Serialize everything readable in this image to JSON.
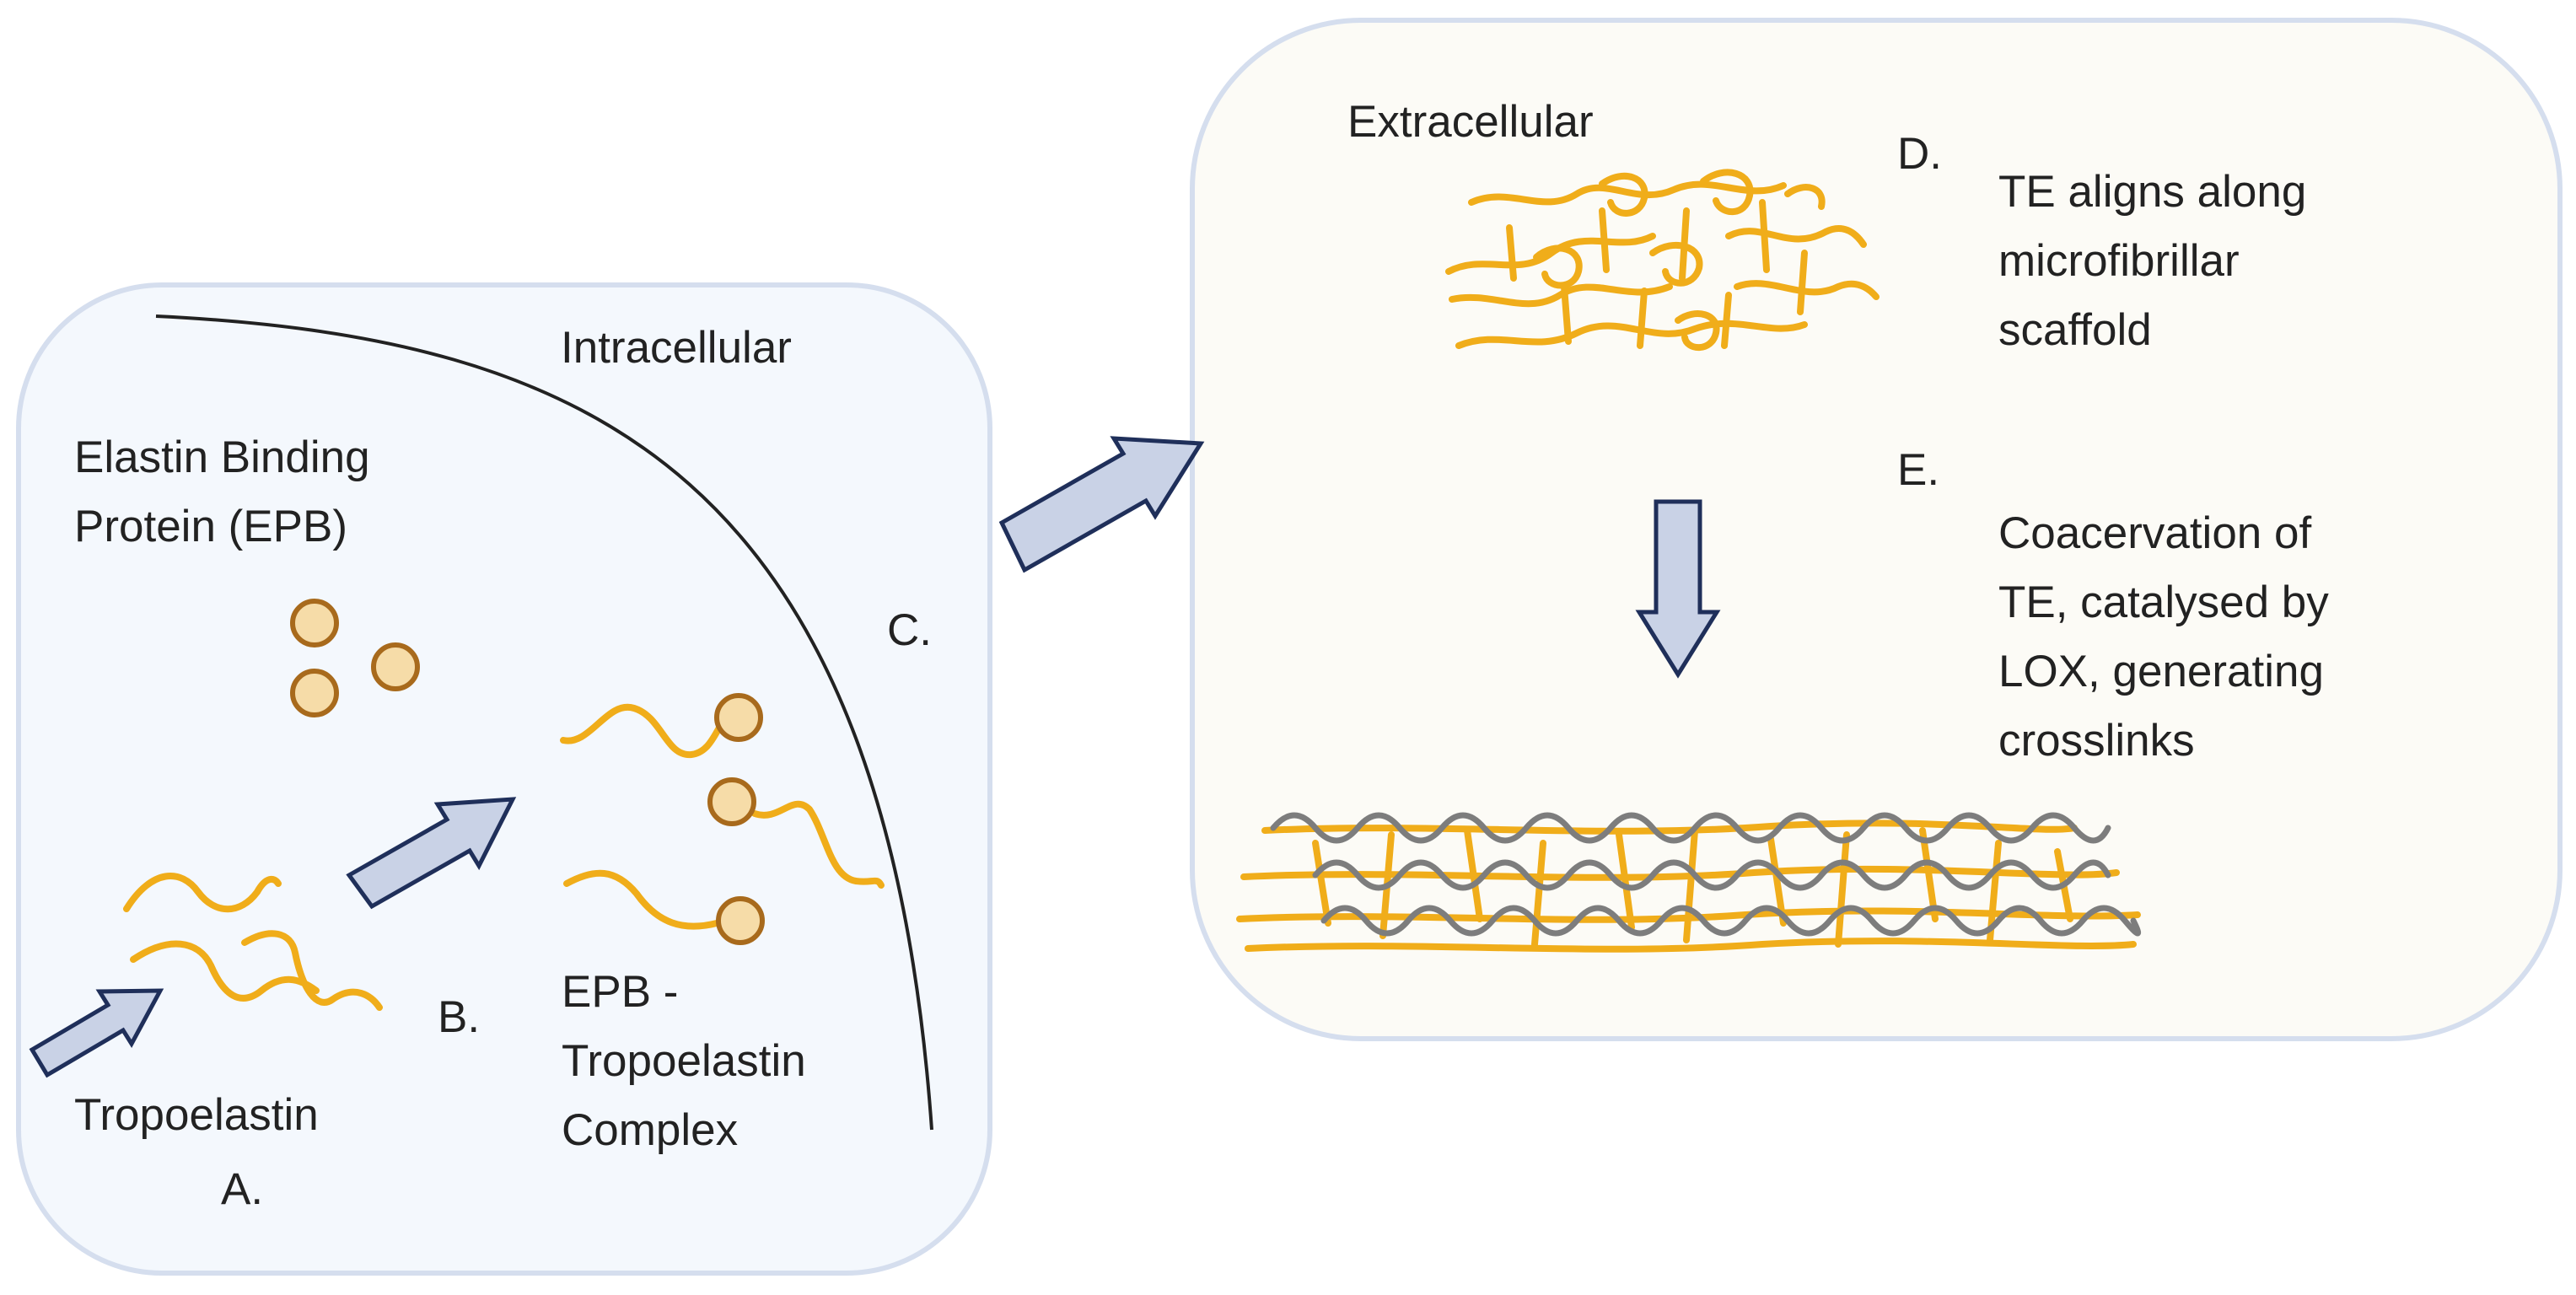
{
  "panels": {
    "intracellular": {
      "region_label": "Intracellular",
      "ebp_label": [
        "Elastin Binding",
        "Protein (EPB)"
      ],
      "tropoelastin_label": "Tropoelastin",
      "step_a": "A.",
      "step_b": "B.",
      "complex_label": [
        "EPB -",
        "Tropoelastin",
        "Complex"
      ],
      "step_c": "C."
    },
    "extracellular": {
      "region_label": "Extracellular",
      "step_d": "D.",
      "step_d_text": [
        "TE aligns along",
        "microfibrillar",
        "scaffold"
      ],
      "step_e": "E.",
      "step_e_text": [
        "Coacervation of",
        "TE, catalysed by",
        "LOX, generating",
        "crosslinks"
      ]
    }
  },
  "colors": {
    "intracellular_bg": "#f4f8fd",
    "extracellular_bg": "#fcfbf6",
    "panel_border": "#d5deee",
    "tropoelastin": "#f0ad1a",
    "ebp_fill": "#f6dca8",
    "ebp_stroke": "#a86a1c",
    "arrow_fill": "#c9d2e6",
    "arrow_stroke": "#1f2f5a",
    "microfibril": "#7d7d7d",
    "membrane": "#222222"
  }
}
